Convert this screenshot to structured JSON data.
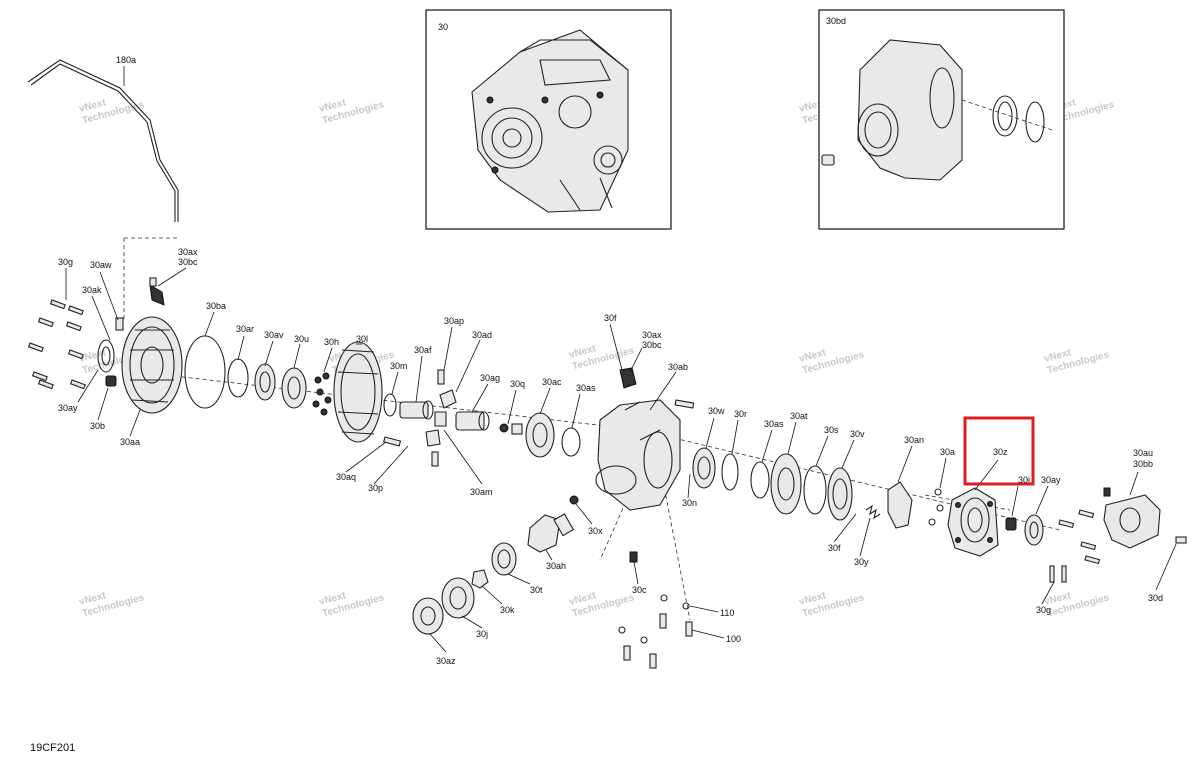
{
  "diagram": {
    "code": "19CF201",
    "inset_labels": [
      "30",
      "30bd"
    ],
    "watermark": [
      "vNext",
      "Technologies"
    ],
    "highlight_label": "30z",
    "callouts": {
      "l180a": "180a",
      "l30g": "30g",
      "l30aw": "30aw",
      "l30ak": "30ak",
      "l30ax_a": "30ax",
      "l30bc_a": "30bc",
      "l30ay_a": "30ay",
      "l30b": "30b",
      "l30aa": "30aa",
      "l30ba": "30ba",
      "l30ar": "30ar",
      "l30av": "30av",
      "l30u": "30u",
      "l30h": "30h",
      "l30l": "30l",
      "l30m": "30m",
      "l30af": "30af",
      "l30ap": "30ap",
      "l30ad": "30ad",
      "l30ag": "30ag",
      "l30q": "30q",
      "l30ac": "30ac",
      "l30as_a": "30as",
      "l30f_a": "30f",
      "l30ax_b": "30ax",
      "l30bc_b": "30bc",
      "l30ab": "30ab",
      "l30aq": "30aq",
      "l30p": "30p",
      "l30am": "30am",
      "l30w": "30w",
      "l30r": "30r",
      "l30n": "30n",
      "l30as_b": "30as",
      "l30at": "30at",
      "l30s": "30s",
      "l30v": "30v",
      "l30an": "30an",
      "l30a": "30a",
      "l30i": "30i",
      "l30ay_b": "30ay",
      "l30au": "30au",
      "l30bb": "30bb",
      "l30f_b": "30f",
      "l30y": "30y",
      "l30x": "30x",
      "l30ah": "30ah",
      "l30t": "30t",
      "l30k": "30k",
      "l30j": "30j",
      "l30az": "30az",
      "l30c": "30c",
      "l110": "110",
      "l100": "100",
      "l30g_b": "30g",
      "l30d": "30d"
    }
  }
}
